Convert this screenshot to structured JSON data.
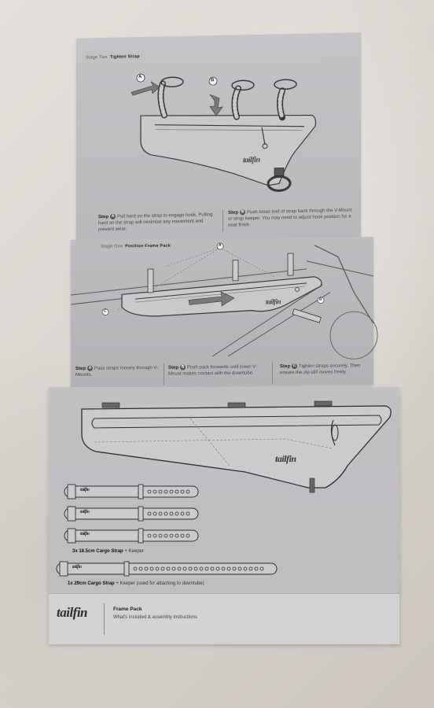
{
  "stage_two": {
    "label_prefix": "Stage Two",
    "label_title": "Tighten Strap",
    "marker_a": "A",
    "marker_b": "B",
    "step_word": "Step",
    "step_a_letter": "A",
    "step_a_text": "Pull hard on the strap to engage hook. Pulling hard on the strap will minimise any movement and prevent wear.",
    "step_b_letter": "B",
    "step_b_text": "Push loose end of strap back through the V-Mount or strap keeper. You may need to adjust hook position for a neat finish."
  },
  "stage_one": {
    "label_prefix": "Stage One",
    "label_title": "Position Frame Pack",
    "marker_a": "A",
    "marker_b": "B",
    "marker_c": "C",
    "step_word": "Step",
    "step_a_letter": "A",
    "step_a_text": "Pass straps loosely through V-Mounts.",
    "step_b_letter": "B",
    "step_b_text": "Push pack forwards until lower V-Mount makes contact with the downtube.",
    "step_c_letter": "C",
    "step_c_text": "Tighten straps securely. Then ensure the zip still moves freely."
  },
  "contents": {
    "cargo_label_bold": "3x 18.5cm Cargo Strap",
    "cargo_label_rest": " + Keeper",
    "long_label_bold": "1x 29cm Cargo Strap",
    "long_label_rest": " + Keeper (used for attaching to downtube)"
  },
  "footer": {
    "title": "Frame Pack",
    "subtitle": "What's included & assembly instructions"
  },
  "brand": {
    "logo": "tailfin"
  }
}
